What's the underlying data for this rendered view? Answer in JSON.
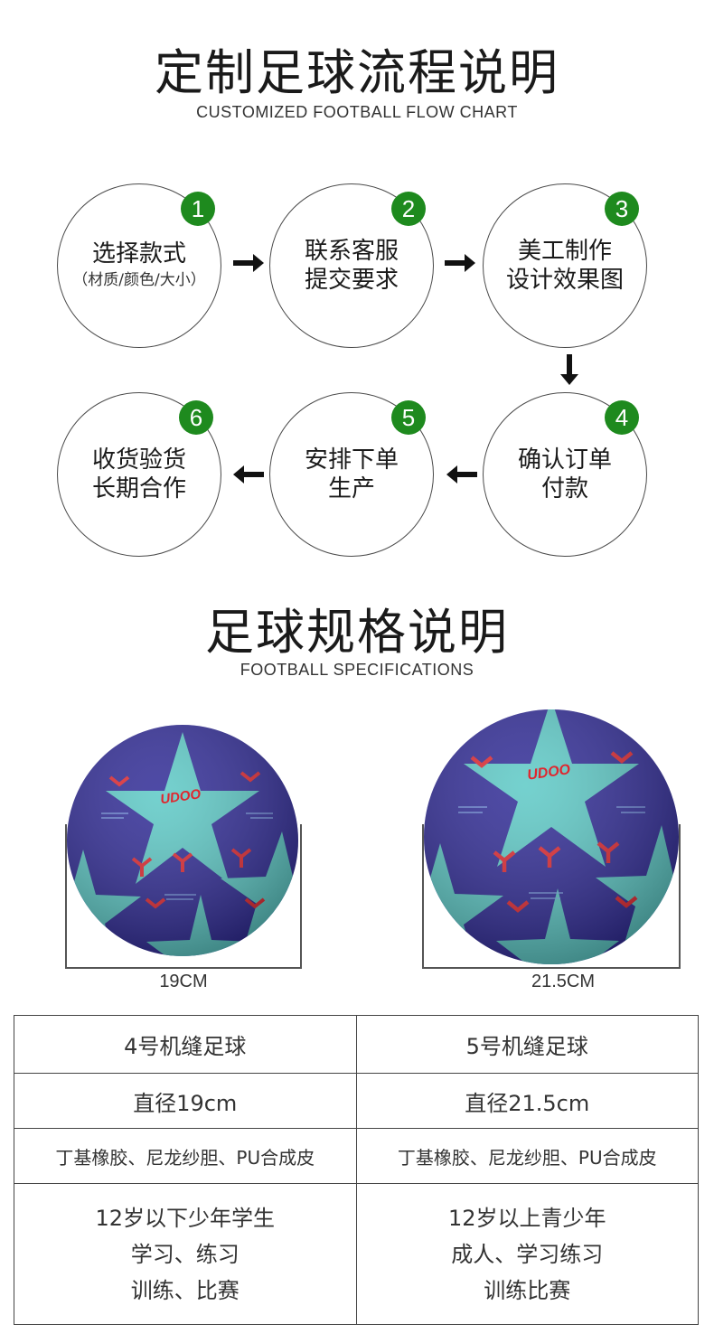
{
  "flow": {
    "title": "定制足球流程说明",
    "subtitle": "CUSTOMIZED FOOTBALL FLOW CHART",
    "steps": [
      {
        "num": "1",
        "line1": "选择款式",
        "line2": "",
        "sub": "（材质/颜色/大小）"
      },
      {
        "num": "2",
        "line1": "联系客服",
        "line2": "提交要求",
        "sub": ""
      },
      {
        "num": "3",
        "line1": "美工制作",
        "line2": "设计效果图",
        "sub": ""
      },
      {
        "num": "4",
        "line1": "确认订单",
        "line2": "付款",
        "sub": ""
      },
      {
        "num": "5",
        "line1": "安排下单",
        "line2": "生产",
        "sub": ""
      },
      {
        "num": "6",
        "line1": "收货验货",
        "line2": "长期合作",
        "sub": ""
      }
    ]
  },
  "specs": {
    "title": "足球规格说明",
    "subtitle": "FOOTBALL SPECIFICATIONS",
    "balls": [
      {
        "brand": "UDOO",
        "size_label": "19CM"
      },
      {
        "brand": "UDOO",
        "size_label": "21.5CM"
      }
    ],
    "table": [
      [
        "4号机缝足球",
        "5号机缝足球"
      ],
      [
        "直径19cm",
        "直径21.5cm"
      ],
      [
        "丁基橡胶、尼龙纱胆、PU合成皮",
        "丁基橡胶、尼龙纱胆、PU合成皮"
      ],
      [
        [
          "12岁以下少年学生",
          "学习、练习",
          "训练、比赛"
        ],
        [
          "12岁以上青少年",
          "成人、学习练习",
          "训练比赛"
        ]
      ]
    ]
  },
  "colors": {
    "badge": "#1e8a1e",
    "ball_navy": "#2f2a96",
    "ball_teal": "#5cc9c6",
    "ball_red": "#e0262e"
  }
}
